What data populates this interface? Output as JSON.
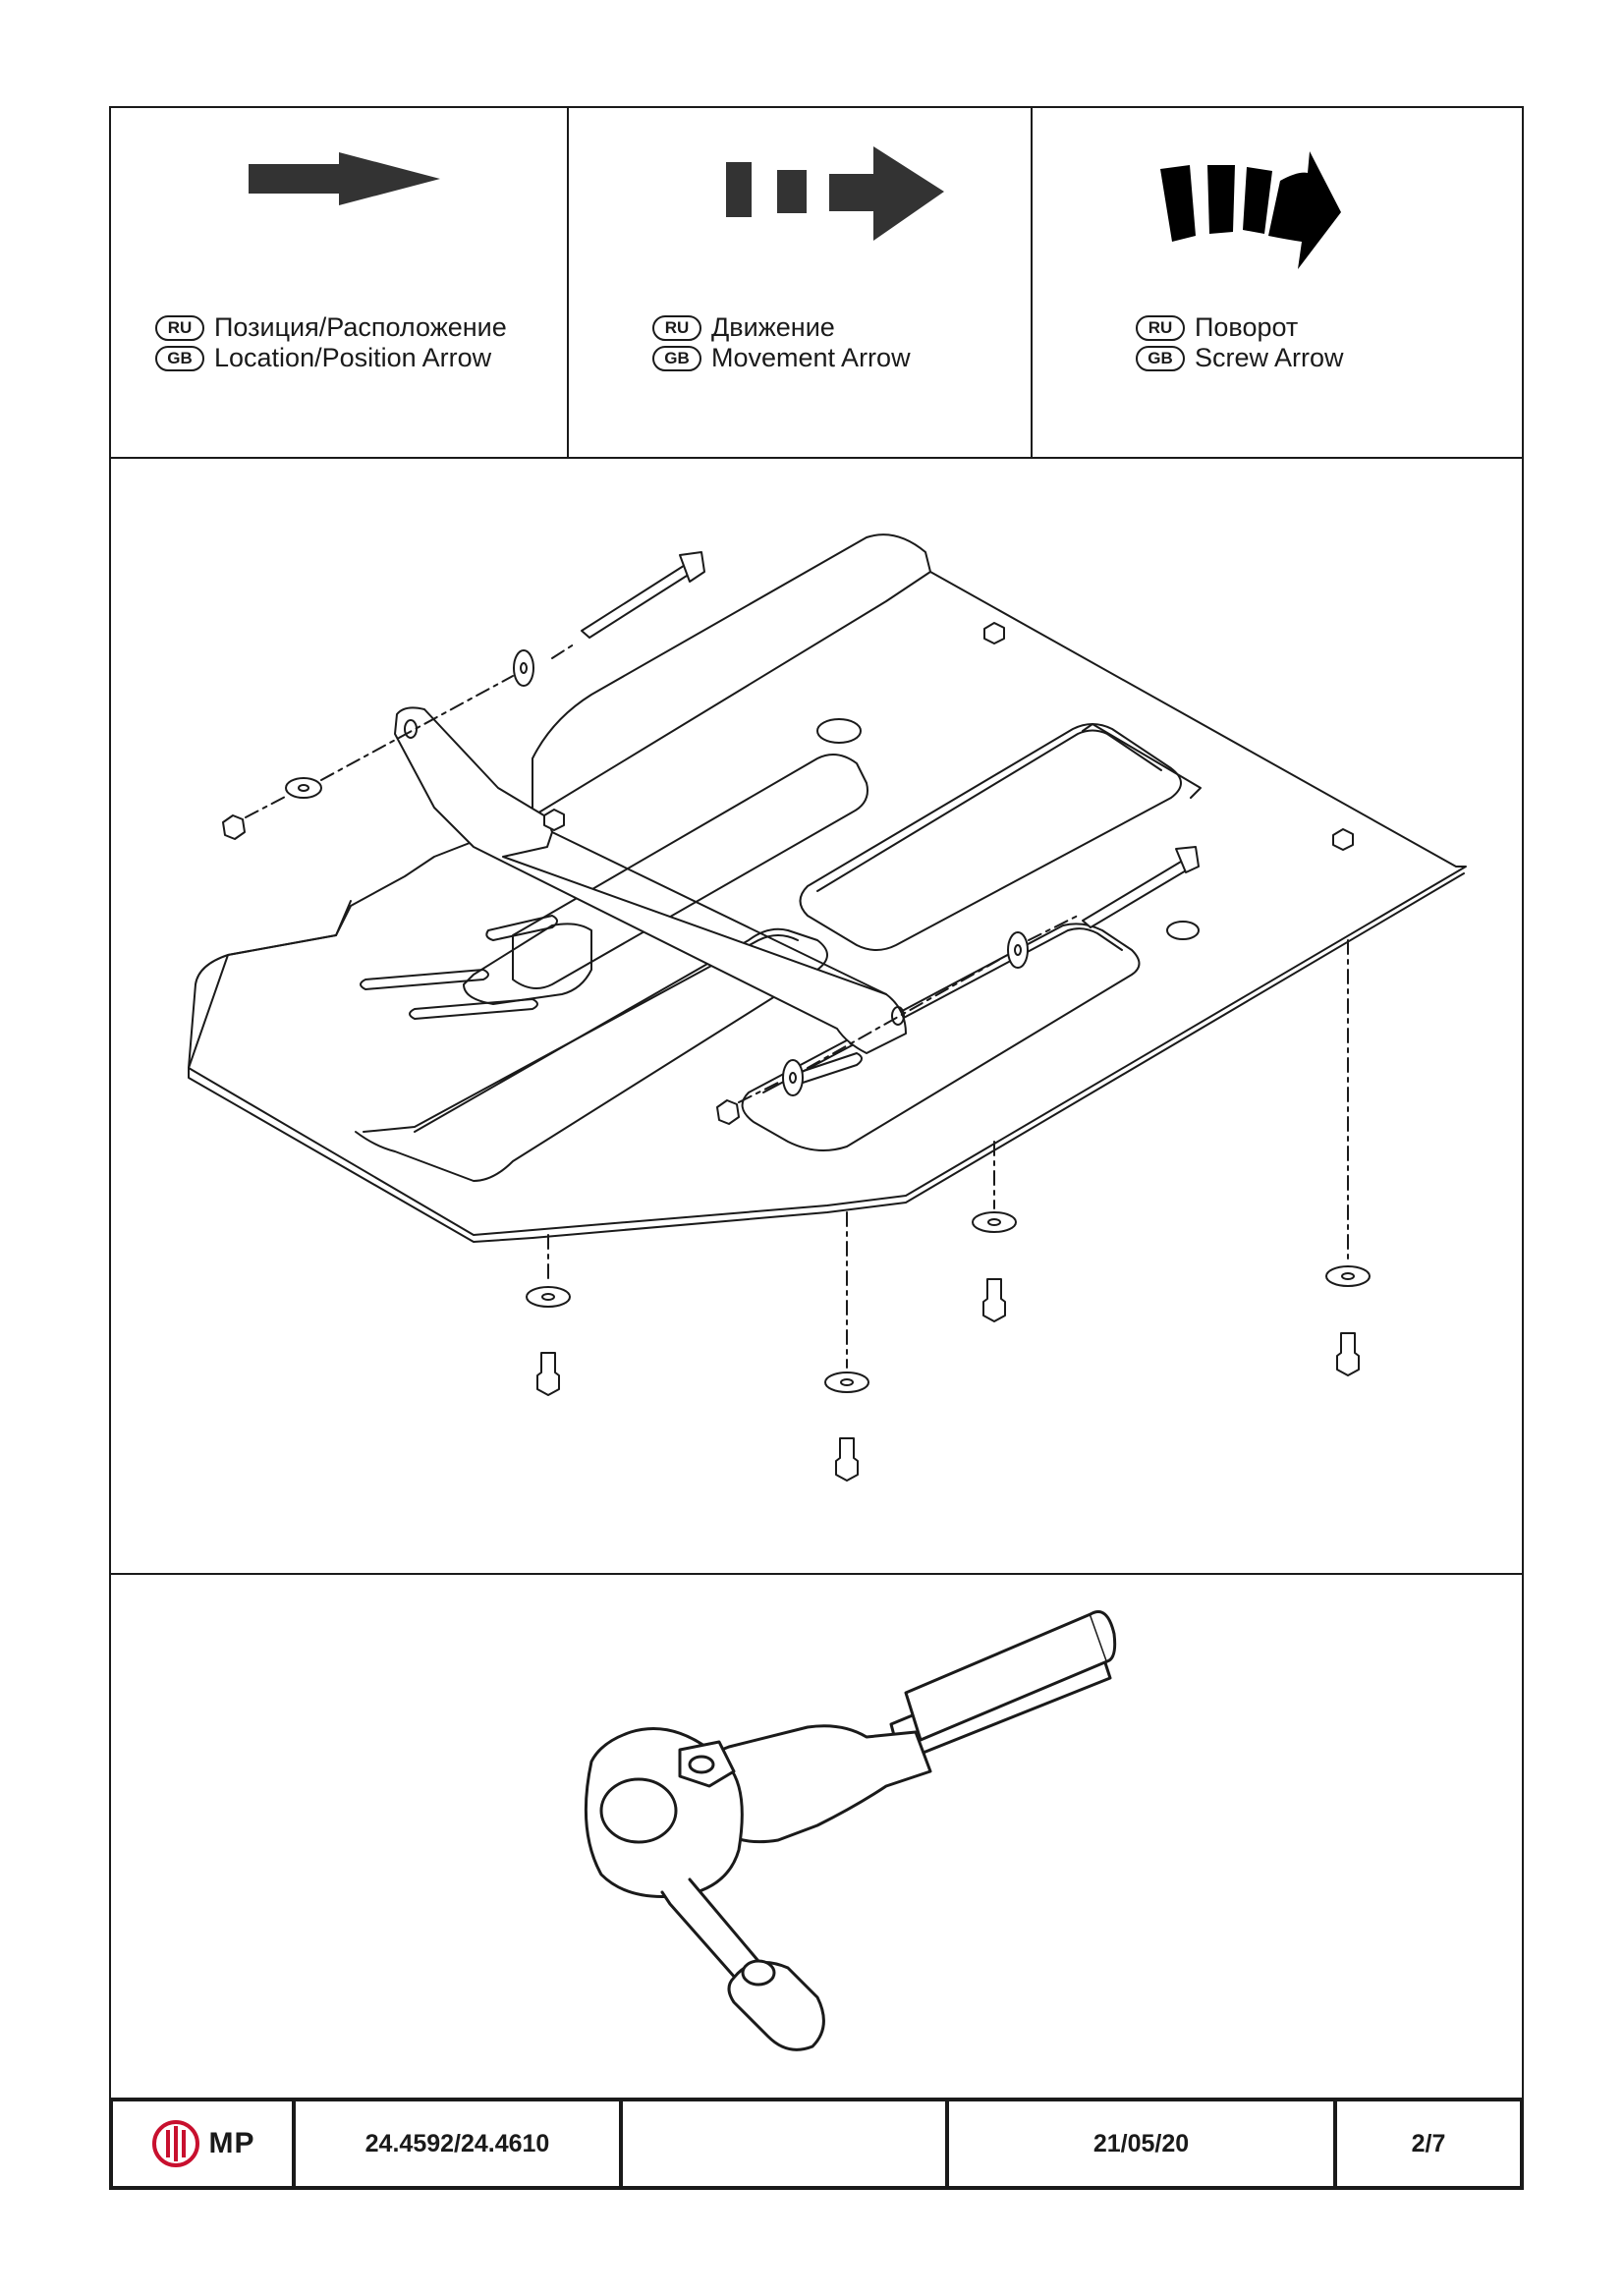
{
  "legend": [
    {
      "id": "location",
      "ru_badge": "RU",
      "gb_badge": "GB",
      "ru_text": "Позиция/Расположение",
      "gb_text": "Location/Position Arrow",
      "icon": "location-arrow-icon"
    },
    {
      "id": "movement",
      "ru_badge": "RU",
      "gb_badge": "GB",
      "ru_text": "Движение",
      "gb_text": "Movement Arrow",
      "icon": "movement-arrow-icon"
    },
    {
      "id": "screw",
      "ru_badge": "RU",
      "gb_badge": "GB",
      "ru_text": "Поворот",
      "gb_text": "Screw Arrow",
      "icon": "screw-arrow-icon"
    }
  ],
  "diagram": {
    "subject": "skid-plate-exploded-assembly",
    "icon": "bolt-nut-washer-icons"
  },
  "tool": {
    "icon": "ratchet-wrench-icon"
  },
  "footer": {
    "logo_text": "MP",
    "part_number": "24.4592/24.4610",
    "blank": "",
    "date": "21/05/20",
    "page": "2/7"
  },
  "colors": {
    "ink": "#1a1a1a",
    "arrow_fill": "#333333",
    "logo_red": "#c8102e"
  }
}
